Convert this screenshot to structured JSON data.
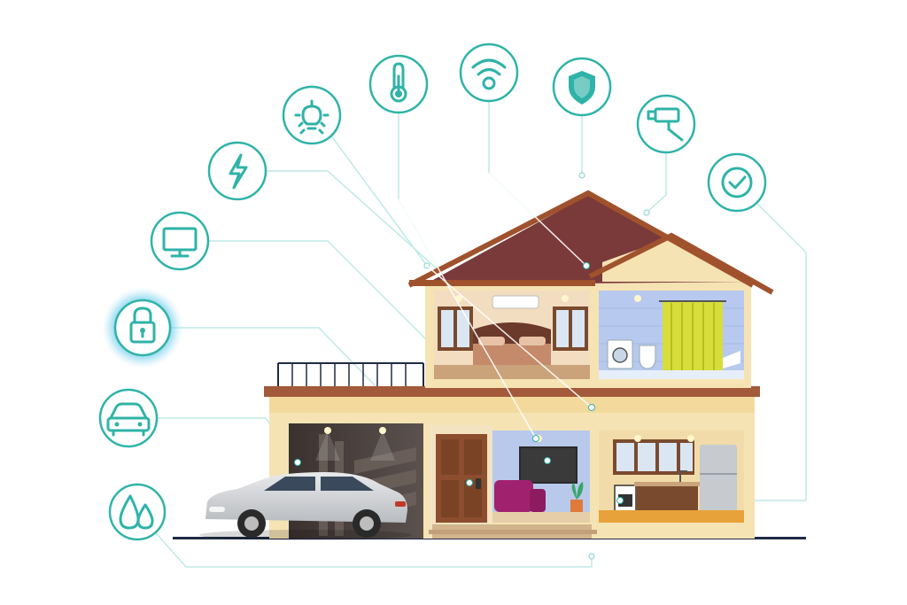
{
  "colors": {
    "accent": "#2fb3a8",
    "roof": "#7a3a3a",
    "roof_trim": "#a0522d",
    "wall": "#f6e3b4",
    "car": "#d4d6d8",
    "ground": "#1f2a44"
  },
  "icons": [
    {
      "id": "water",
      "name": "water-drops-icon"
    },
    {
      "id": "car",
      "name": "car-icon"
    },
    {
      "id": "lock",
      "name": "padlock-icon",
      "highlighted": true
    },
    {
      "id": "tv",
      "name": "monitor-icon"
    },
    {
      "id": "power",
      "name": "lightning-icon"
    },
    {
      "id": "light",
      "name": "light-bulb-icon"
    },
    {
      "id": "temperature",
      "name": "thermometer-icon"
    },
    {
      "id": "wifi",
      "name": "wifi-icon"
    },
    {
      "id": "security",
      "name": "shield-icon"
    },
    {
      "id": "camera",
      "name": "cctv-camera-icon"
    },
    {
      "id": "check",
      "name": "checkmark-icon"
    }
  ]
}
